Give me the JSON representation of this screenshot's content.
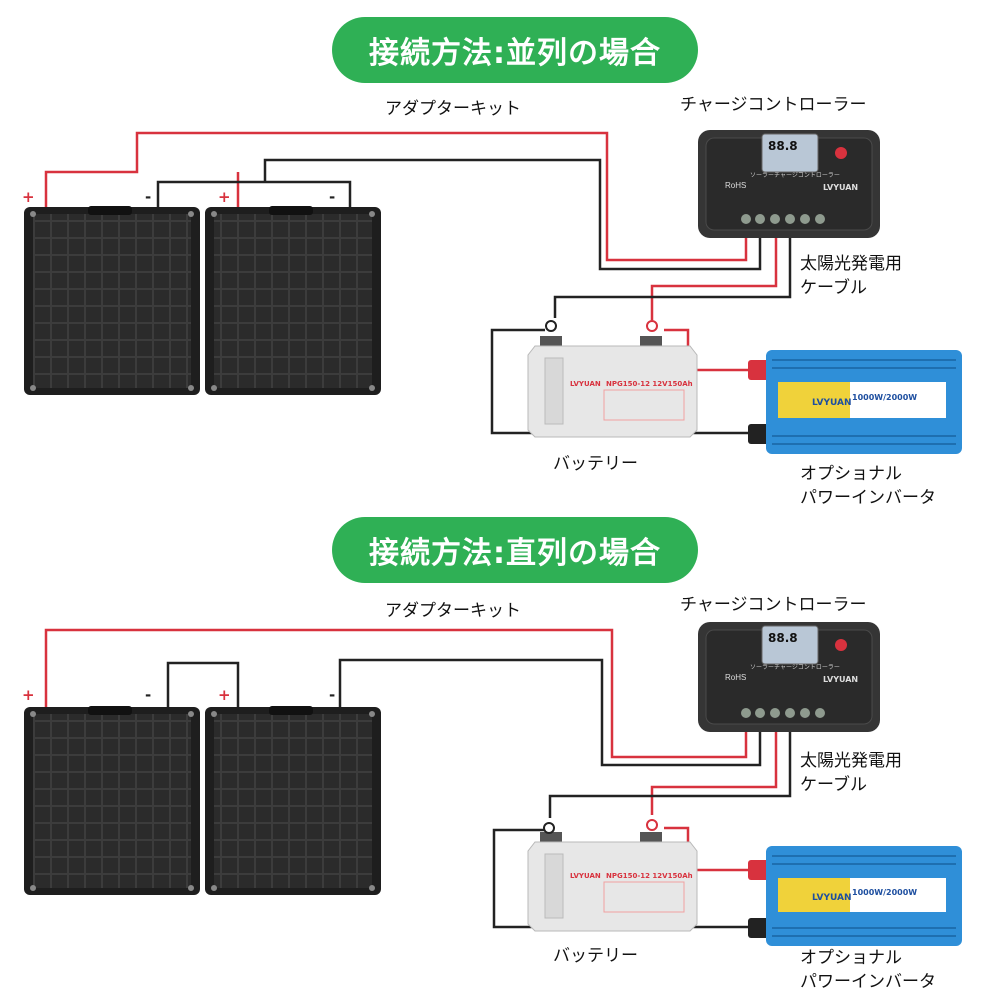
{
  "colors": {
    "pill": "#2fb055",
    "positive_wire": "#d8323e",
    "negative_wire": "#222222",
    "inverter": "#2f8fd8"
  },
  "sections": [
    {
      "title": "接続方法:並列の場合",
      "adapter_label": "アダプターキット",
      "controller_label": "チャージコントローラー",
      "controller_brand": "LVYUAN",
      "controller_subtitle": "ソーラーチャージコントローラー",
      "controller_lcd": "88.8",
      "cable_label_1": "太陽光発電用",
      "cable_label_2": "ケーブル",
      "battery_label": "バッテリー",
      "battery_model": "NPG150-12 12V150Ah",
      "battery_brand": "LVYUAN",
      "inverter_label_1": "オプショナル",
      "inverter_label_2": "パワーインバータ",
      "inverter_text": "1000W/2000W",
      "inverter_brand": "LVYUAN",
      "plus": "+",
      "minus": "-"
    },
    {
      "title": "接続方法:直列の場合",
      "adapter_label": "アダプターキット",
      "controller_label": "チャージコントローラー",
      "controller_brand": "LVYUAN",
      "controller_subtitle": "ソーラーチャージコントローラー",
      "controller_lcd": "88.8",
      "cable_label_1": "太陽光発電用",
      "cable_label_2": "ケーブル",
      "battery_label": "バッテリー",
      "battery_model": "NPG150-12 12V150Ah",
      "battery_brand": "LVYUAN",
      "inverter_label_1": "オプショナル",
      "inverter_label_2": "パワーインバータ",
      "inverter_text": "1000W/2000W",
      "inverter_brand": "LVYUAN",
      "plus": "+",
      "minus": "-"
    }
  ]
}
